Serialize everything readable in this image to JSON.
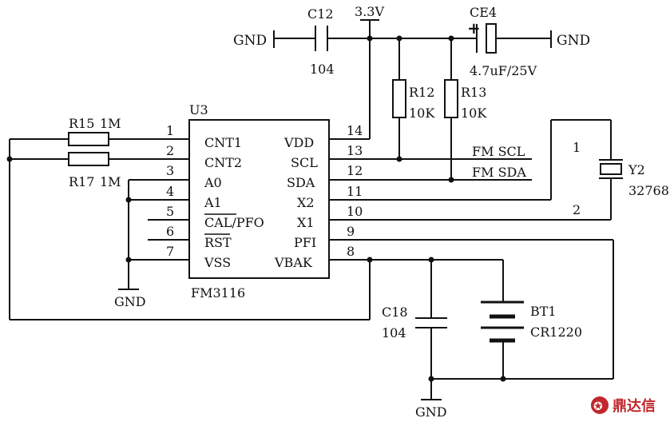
{
  "power": {
    "vcc_label": "3.3V",
    "gnd_label": "GND"
  },
  "ic": {
    "ref": "U3",
    "part": "FM3116",
    "left_pins": [
      {
        "num": "1",
        "name": "CNT1"
      },
      {
        "num": "2",
        "name": "CNT2"
      },
      {
        "num": "3",
        "name": "A0"
      },
      {
        "num": "4",
        "name": "A1"
      },
      {
        "num": "5",
        "name": "CAL/PFO"
      },
      {
        "num": "6",
        "name": "RST"
      },
      {
        "num": "7",
        "name": "VSS"
      }
    ],
    "right_pins": [
      {
        "num": "14",
        "name": "VDD"
      },
      {
        "num": "13",
        "name": "SCL"
      },
      {
        "num": "12",
        "name": "SDA"
      },
      {
        "num": "11",
        "name": "X2"
      },
      {
        "num": "10",
        "name": "X1"
      },
      {
        "num": "9",
        "name": "PFI"
      },
      {
        "num": "8",
        "name": "VBAK"
      }
    ]
  },
  "components": {
    "c12": {
      "ref": "C12",
      "value": "104"
    },
    "ce4": {
      "ref": "CE4",
      "value": "4.7uF/25V",
      "polarity": "+"
    },
    "r12": {
      "ref": "R12",
      "value": "10K"
    },
    "r13": {
      "ref": "R13",
      "value": "10K"
    },
    "r15": {
      "ref": "R15",
      "value": "1M"
    },
    "r17": {
      "ref": "R17",
      "value": "1M"
    },
    "y2": {
      "ref": "Y2",
      "value": "32768",
      "pin1": "1",
      "pin2": "2"
    },
    "c18": {
      "ref": "C18",
      "value": "104"
    },
    "bt1": {
      "ref": "BT1",
      "value": "CR1220"
    }
  },
  "nets": {
    "scl": "FM SCL",
    "sda": "FM SDA"
  },
  "watermark": {
    "text": "鼎达信",
    "logo_glyph": "✪"
  }
}
